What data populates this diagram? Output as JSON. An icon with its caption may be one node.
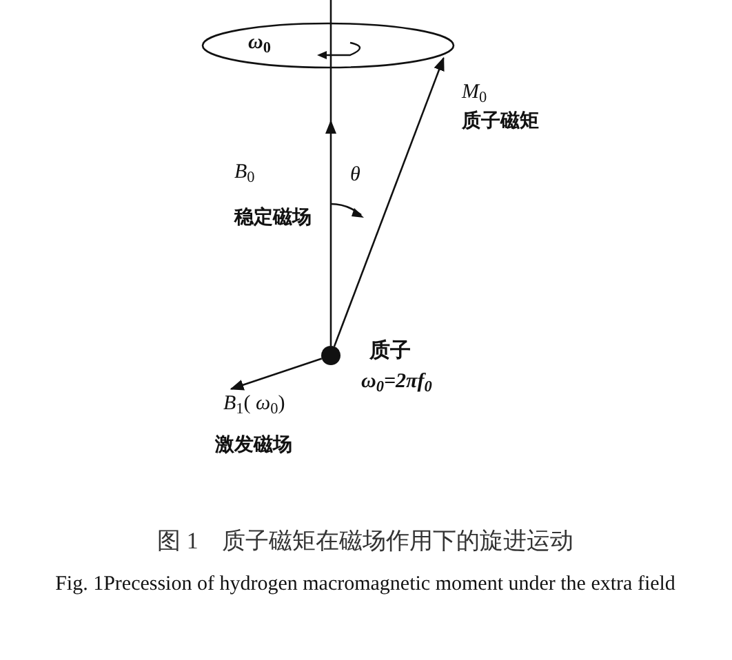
{
  "diagram": {
    "caption": "图 1　质子磁矩在磁场作用下的旋进运动",
    "nodes": [
      {
        "text": [],
        "shape": "circle",
        "beside": [
          "质子",
          "ω$_{0}$=2πf$_{0}$"
        ]
      },
      {
        "text": [
          "*ω*$_{0}$"
        ]
      },
      {
        "text": [
          "*B*$_{1}$( *ω*$_{0}$)",
          "激发磁场"
        ]
      }
    ],
    "edges": [
      {
        "from": 0,
        "to": null,
        "arrow": "to"
      },
      {
        "from": 0,
        "to": 1,
        "arrow": "to"
      },
      {
        "from": 0,
        "to": 2,
        "arrow": "to"
      }
    ],
    "labels": [
      "*M*$_{0}$",
      "质子磁矩",
      "*B*$_{0}$",
      "*θ*",
      "稳定磁场",
      "Fig. 1Precession of hydrogen macromagnetic moment under the extra field"
    ]
  }
}
